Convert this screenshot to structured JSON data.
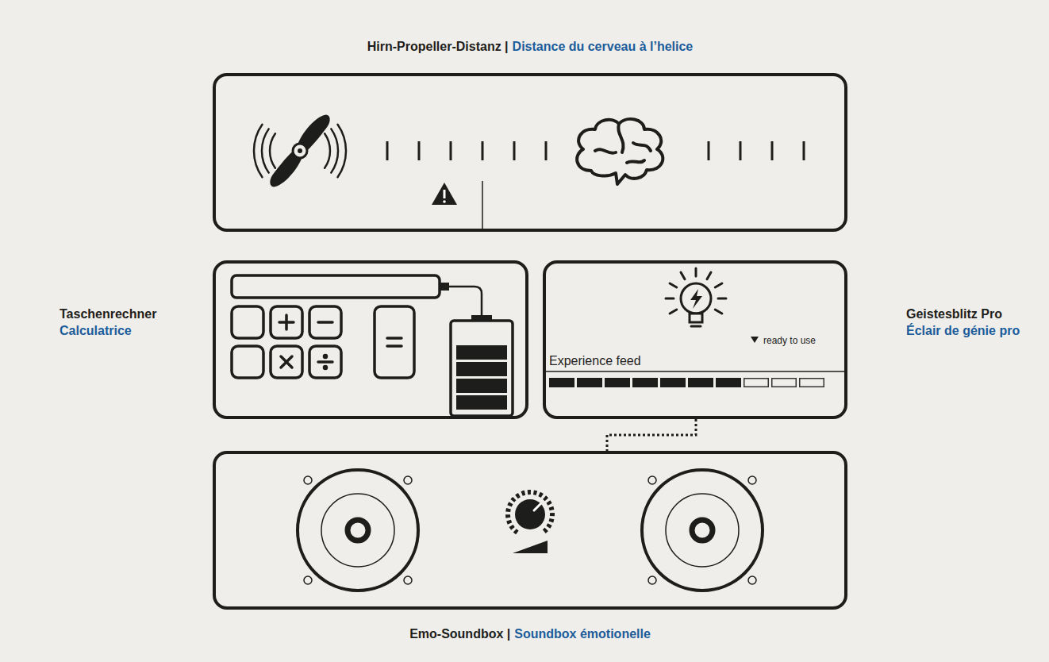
{
  "diagram": {
    "nodes": [
      {
        "text": [
          "Hirn-Propeller-Distanz |",
          "Distance du cerveau à l’helice"
        ]
      },
      {
        "text": [
          "Taschenrechner",
          "Calculatrice"
        ]
      },
      {
        "text": [
          "Geistesblitz Pro",
          "Éclair de génie pro",
          "Experience feed",
          "ready to use"
        ]
      },
      {
        "text": [
          "Emo-Soundbox |",
          "Soundbox émotionelle"
        ]
      }
    ],
    "edges": [
      {
        "from": 2,
        "to": 3,
        "arrow": "none"
      }
    ]
  }
}
